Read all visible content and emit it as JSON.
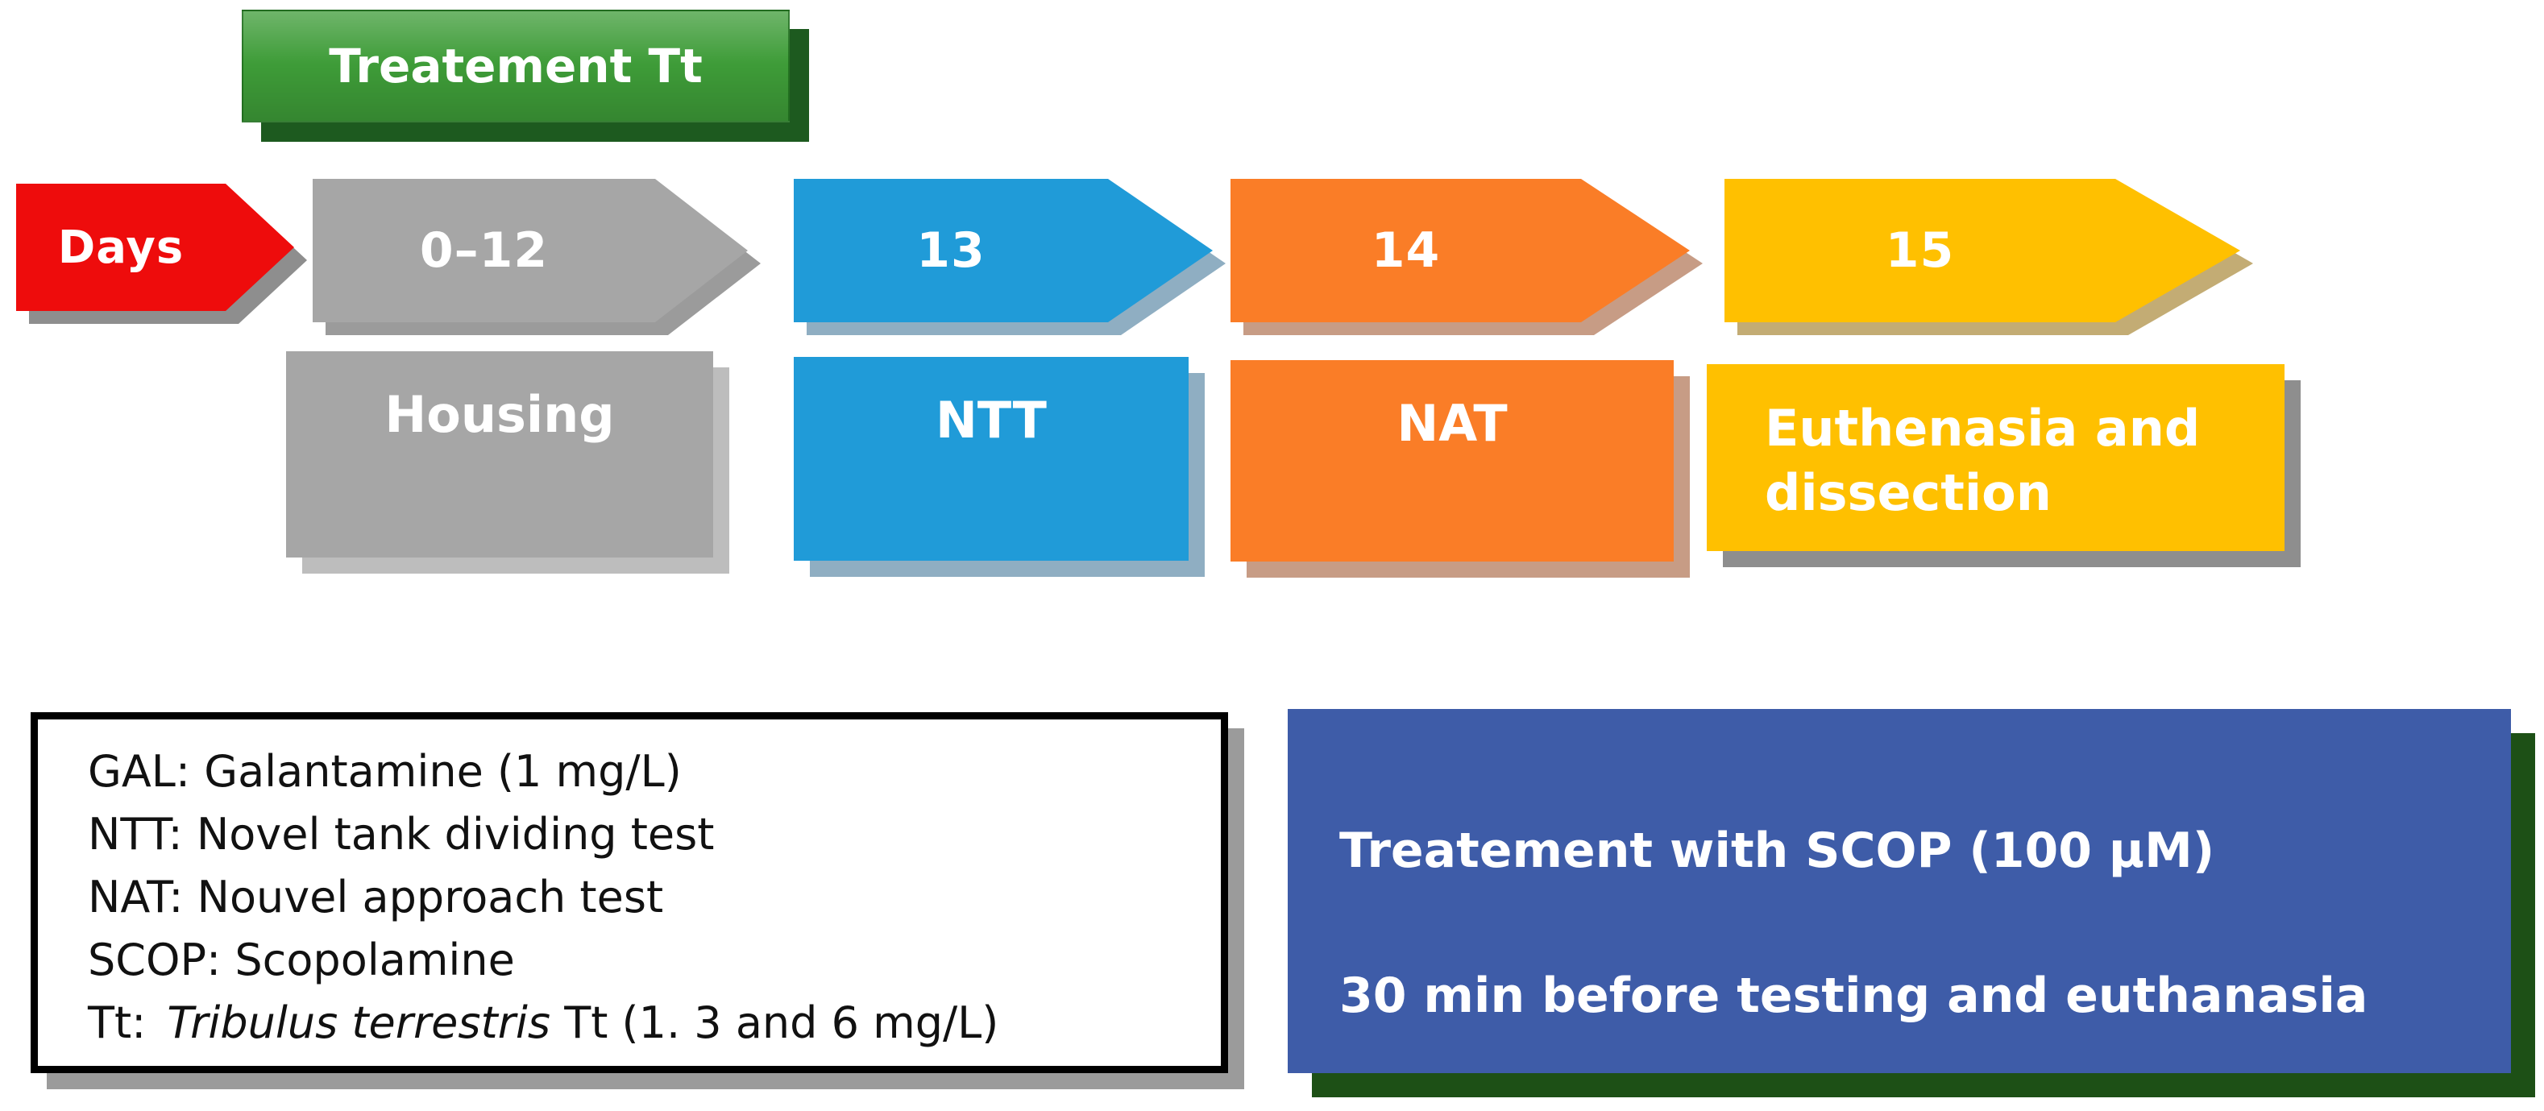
{
  "title_box": {
    "label": "Treatement Tt"
  },
  "timeline": {
    "days_label": "Days",
    "arrows": [
      {
        "label": "0–12"
      },
      {
        "label": "13"
      },
      {
        "label": "14"
      },
      {
        "label": "15"
      }
    ],
    "stages": [
      {
        "label": "Housing"
      },
      {
        "label": "NTT"
      },
      {
        "label": "NAT"
      },
      {
        "label": "Euthenasia and dissection"
      }
    ]
  },
  "legend": {
    "lines": [
      "GAL: Galantamine (1 mg/L)",
      "NTT: Novel tank dividing test",
      "NAT: Nouvel approach test",
      "SCOP: Scopolamine"
    ],
    "tt_line": {
      "prefix": "Tt:",
      "italic": "Tribulus terrestris",
      "suffix": " Tt (1. 3 and 6 mg/L)"
    }
  },
  "note_box": {
    "line1": "Treatement with SCOP (100 µM)",
    "line2": "30 min before testing and euthanasia"
  },
  "colors": {
    "red": "#EE0C0C",
    "gray": "#A6A6A6",
    "blue": "#209BD8",
    "orange": "#FA7D27",
    "yellow": "#FFC000",
    "green": "#3E9C38",
    "green_dark_shadow": "#1D5A1F",
    "navy": "#3E5CA8",
    "navy_green_shadow": "#1D5016",
    "shadow_gray": "#8E8E8E",
    "shadow_mid_gray": "#9B9B9B",
    "shadow_light_gray": "#BDBDBD",
    "shadow_blue_gray": "#8FAEC2",
    "shadow_tan": "#C79C85",
    "shadow_gold": "#C3AC74",
    "legend_border": "#000000",
    "text_black": "#111111",
    "label_white": "#FFFFFF"
  }
}
